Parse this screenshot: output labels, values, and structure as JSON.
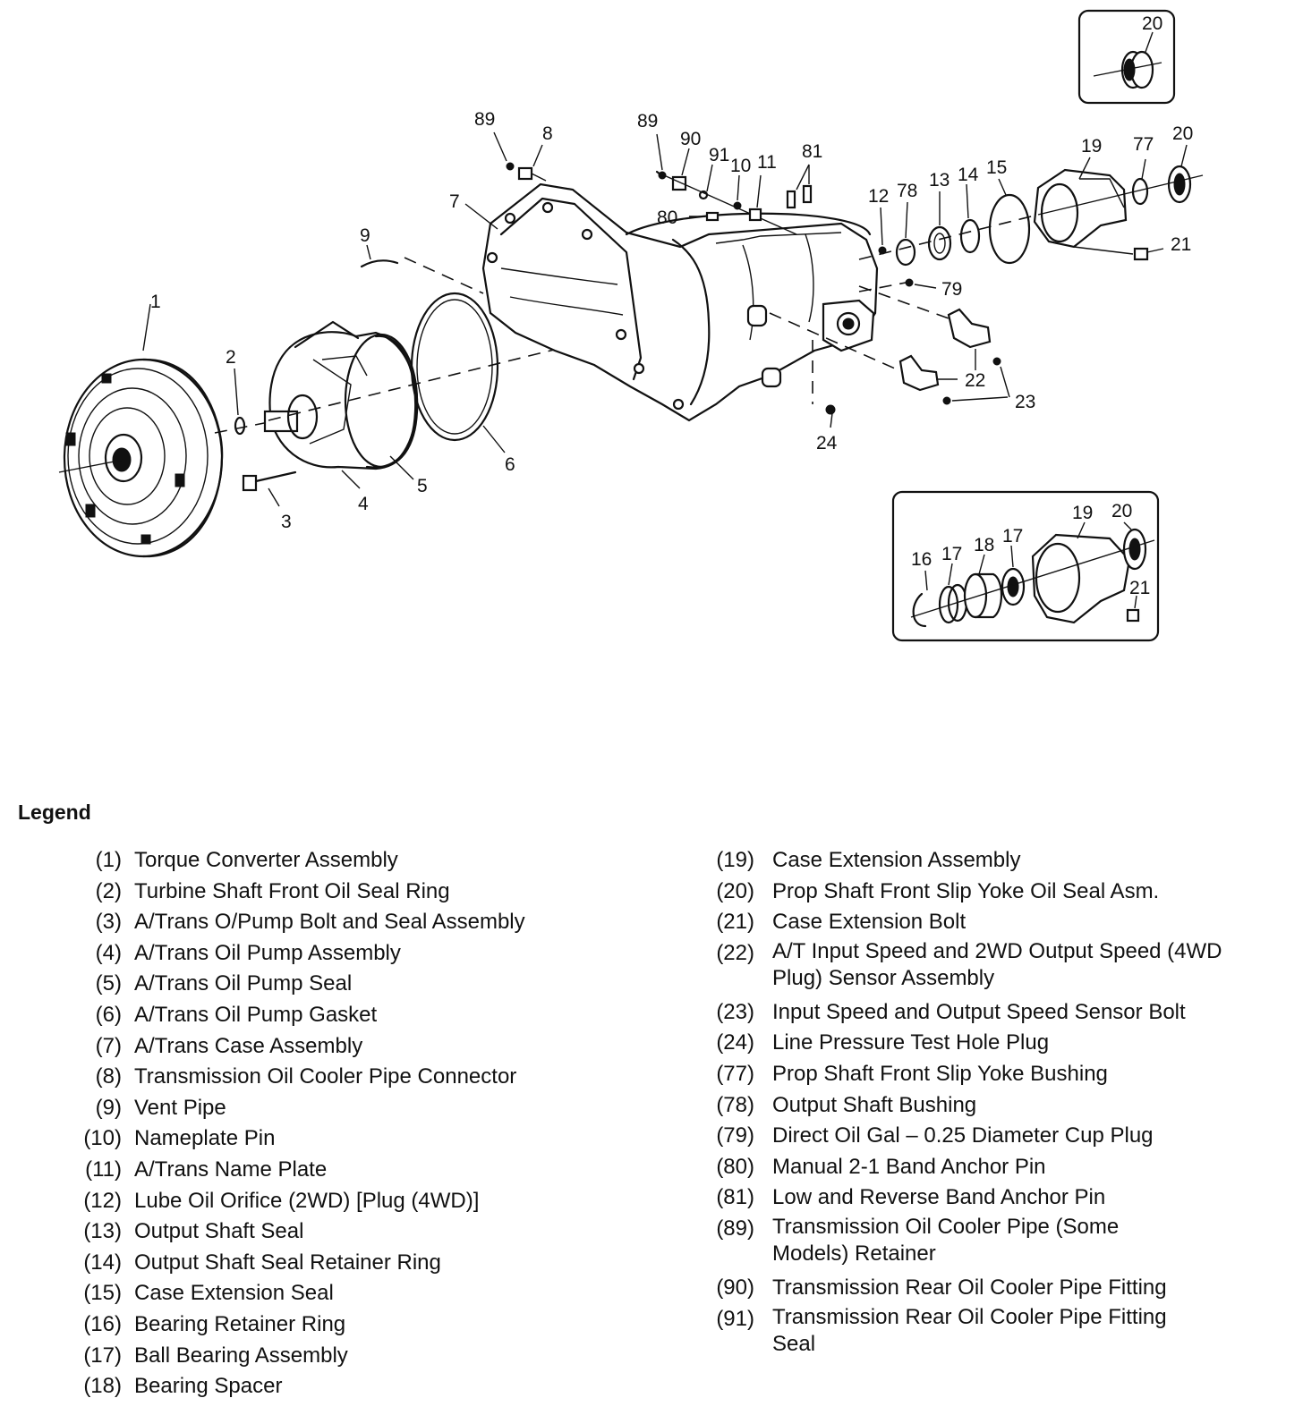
{
  "callouts": {
    "c1": "1",
    "c2": "2",
    "c3": "3",
    "c4": "4",
    "c5": "5",
    "c6": "6",
    "c7": "7",
    "c8": "8",
    "c9": "9",
    "c89a": "89",
    "c89b": "89",
    "c90": "90",
    "c91": "91",
    "c10": "10",
    "c11": "11",
    "c81": "81",
    "c80": "80",
    "c12": "12",
    "c78": "78",
    "c13": "13",
    "c14": "14",
    "c15": "15",
    "c19": "19",
    "c77": "77",
    "c20": "20",
    "c21": "21",
    "c79": "79",
    "c22": "22",
    "c23": "23",
    "c24": "24",
    "inset_top_20": "20",
    "inset_b_16": "16",
    "inset_b_17a": "17",
    "inset_b_18": "18",
    "inset_b_17b": "17",
    "inset_b_19": "19",
    "inset_b_20": "20",
    "inset_b_21": "21"
  },
  "legend": {
    "title": "Legend",
    "left": [
      {
        "num": "(1)",
        "label": "Torque Converter Assembly"
      },
      {
        "num": "(2)",
        "label": "Turbine Shaft Front Oil Seal Ring"
      },
      {
        "num": "(3)",
        "label": "A/Trans O/Pump Bolt and Seal Assembly"
      },
      {
        "num": "(4)",
        "label": "A/Trans Oil Pump Assembly"
      },
      {
        "num": "(5)",
        "label": "A/Trans Oil Pump Seal"
      },
      {
        "num": "(6)",
        "label": "A/Trans Oil Pump Gasket"
      },
      {
        "num": "(7)",
        "label": "A/Trans Case Assembly"
      },
      {
        "num": "(8)",
        "label": "Transmission Oil Cooler Pipe Connector"
      },
      {
        "num": "(9)",
        "label": "Vent Pipe"
      },
      {
        "num": "(10)",
        "label": "Nameplate Pin"
      },
      {
        "num": "(11)",
        "label": "A/Trans Name Plate"
      },
      {
        "num": "(12)",
        "label": "Lube Oil Orifice (2WD) [Plug (4WD)]"
      },
      {
        "num": "(13)",
        "label": "Output Shaft Seal"
      },
      {
        "num": "(14)",
        "label": "Output Shaft Seal Retainer Ring"
      },
      {
        "num": "(15)",
        "label": "Case Extension Seal"
      },
      {
        "num": "(16)",
        "label": "Bearing Retainer Ring"
      },
      {
        "num": "(17)",
        "label": "Ball Bearing Assembly"
      },
      {
        "num": "(18)",
        "label": "Bearing Spacer"
      }
    ],
    "right": [
      {
        "num": "(19)",
        "label": "Case Extension Assembly"
      },
      {
        "num": "(20)",
        "label": "Prop Shaft Front Slip Yoke Oil Seal Asm."
      },
      {
        "num": "(21)",
        "label": "Case Extension Bolt"
      },
      {
        "num": "(22)",
        "label": "A/T Input Speed and 2WD Output Speed (4WD Plug) Sensor Assembly"
      },
      {
        "num": "(23)",
        "label": "Input Speed and Output Speed Sensor Bolt"
      },
      {
        "num": "(24)",
        "label": "Line Pressure Test Hole Plug"
      },
      {
        "num": "(77)",
        "label": "Prop Shaft Front Slip Yoke Bushing"
      },
      {
        "num": "(78)",
        "label": "Output Shaft Bushing"
      },
      {
        "num": "(79)",
        "label": "Direct Oil Gal – 0.25 Diameter Cup Plug"
      },
      {
        "num": "(80)",
        "label": "Manual 2-1 Band Anchor Pin"
      },
      {
        "num": "(81)",
        "label": "Low and Reverse Band Anchor Pin"
      },
      {
        "num": "(89)",
        "label": "Transmission Oil Cooler Pipe (Some Models) Retainer"
      },
      {
        "num": "(90)",
        "label": "Transmission Rear Oil Cooler Pipe Fitting"
      },
      {
        "num": "(91)",
        "label": "Transmission Rear Oil Cooler Pipe Fitting Seal"
      }
    ]
  }
}
